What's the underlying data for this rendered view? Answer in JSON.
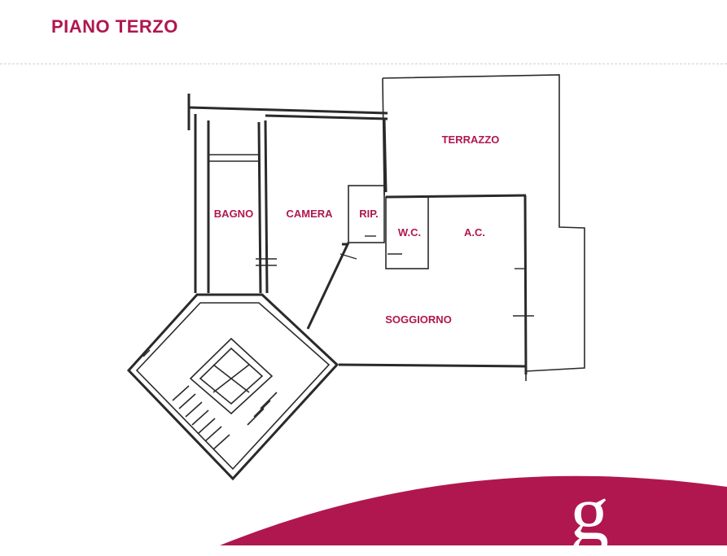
{
  "header": {
    "title": "PIANO TERZO"
  },
  "rooms": {
    "terrazzo": "TERRAZZO",
    "bagno": "BAGNO",
    "camera": "CAMERA",
    "rip": "RIP.",
    "wc": "W.C.",
    "ac": "A.C.",
    "soggiorno": "SOGGIORNO"
  },
  "brand": {
    "logo_letter": "g",
    "accent_color": "#b0174f"
  }
}
